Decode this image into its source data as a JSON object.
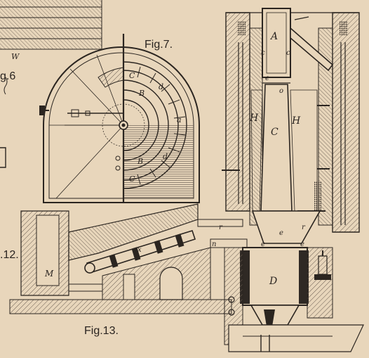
{
  "figures": {
    "fig6": "g.6",
    "fig7": "Fig.7.",
    "fig12": ".12.",
    "fig13": "Fig.13."
  },
  "letters": {
    "A": "A",
    "B": "B",
    "C": "C",
    "D": "D",
    "H": "H",
    "M": "M",
    "W": "W",
    "a": "a",
    "c": "c",
    "d": "d",
    "e": "e",
    "o": "o",
    "n": "n",
    "r": "r",
    "x": "x"
  },
  "colors": {
    "paper": "#e8d6bb",
    "ink": "#2b2520",
    "hatch": "#6b5e52"
  }
}
